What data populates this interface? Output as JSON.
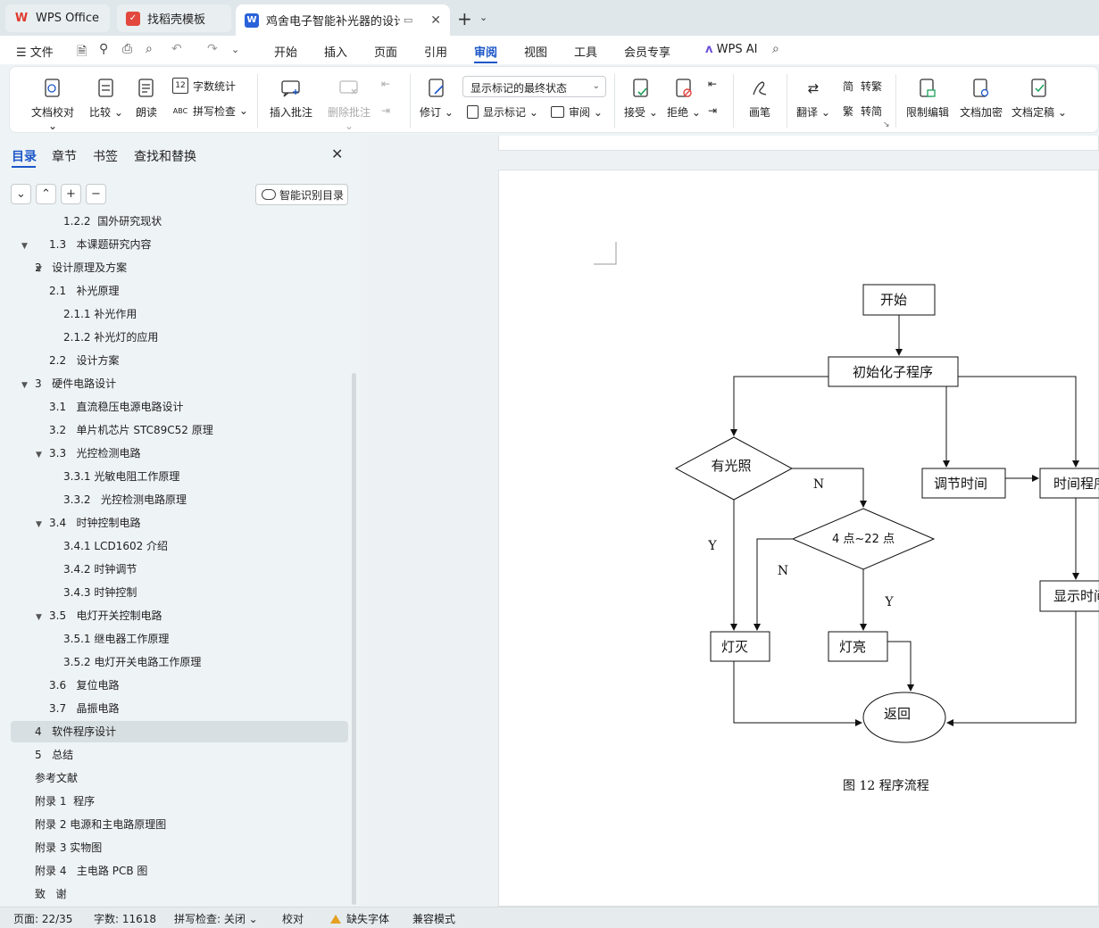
{
  "tabs": [
    {
      "label": "WPS Office"
    },
    {
      "label": "找稻壳模板"
    },
    {
      "label": "鸡舍电子智能补光器的设计 毕"
    }
  ],
  "menu": {
    "file": "文件",
    "items": [
      "开始",
      "插入",
      "页面",
      "引用",
      "审阅",
      "视图",
      "工具",
      "会员专享"
    ],
    "active": "审阅",
    "ai": "WPS AI"
  },
  "ribbon": {
    "doc_check": "文档校对",
    "compare": "比较",
    "read_aloud": "朗读",
    "word_count": "字数统计",
    "spell_check": "拼写检查",
    "insert_comment": "插入批注",
    "delete_comment": "删除批注",
    "track_changes": "修订",
    "markup_state": "显示标记的最终状态",
    "show_markup": "显示标记",
    "review": "审阅",
    "accept": "接受",
    "reject": "拒绝",
    "pen": "画笔",
    "translate": "翻译",
    "to_traditional": "转繁",
    "to_simplified": "转简",
    "restrict_edit": "限制编辑",
    "encrypt": "文档加密",
    "finalize": "文档定稿"
  },
  "panel": {
    "tabs": [
      "目录",
      "章节",
      "书签",
      "查找和替换"
    ],
    "smart_toc": "智能识别目录",
    "toc": [
      {
        "num": "1.2.2",
        "text": "国外研究现状"
      },
      {
        "num": "1.3",
        "text": "本课题研究内容"
      },
      {
        "num": "2",
        "text": "设计原理及方案"
      },
      {
        "num": "2.1",
        "text": "补光原理"
      },
      {
        "num": "2.1.1",
        "text": "补光作用"
      },
      {
        "num": "2.1.2",
        "text": "补光灯的应用"
      },
      {
        "num": "2.2",
        "text": "设计方案"
      },
      {
        "num": "3",
        "text": "硬件电路设计"
      },
      {
        "num": "3.1",
        "text": "直流稳压电源电路设计"
      },
      {
        "num": "3.2",
        "text": "单片机芯片 STC89C52 原理"
      },
      {
        "num": "3.3",
        "text": "光控检测电路"
      },
      {
        "num": "3.3.1",
        "text": "光敏电阻工作原理"
      },
      {
        "num": "3.3.2",
        "text": "光控检测电路原理"
      },
      {
        "num": "3.4",
        "text": "时钟控制电路"
      },
      {
        "num": "3.4.1",
        "text": "LCD1602 介绍"
      },
      {
        "num": "3.4.2",
        "text": "时钟调节"
      },
      {
        "num": "3.4.3",
        "text": "时钟控制"
      },
      {
        "num": "3.5",
        "text": "电灯开关控制电路"
      },
      {
        "num": "3.5.1",
        "text": "继电器工作原理"
      },
      {
        "num": "3.5.2",
        "text": "电灯开关电路工作原理"
      },
      {
        "num": "3.6",
        "text": "复位电路"
      },
      {
        "num": "3.7",
        "text": "晶振电路"
      },
      {
        "num": "4",
        "text": "软件程序设计"
      },
      {
        "num": "5",
        "text": "总结"
      },
      {
        "num": "",
        "text": "参考文献"
      },
      {
        "num": "附录 1",
        "text": "程序"
      },
      {
        "num": "附录 2",
        "text": "电源和主电路原理图"
      },
      {
        "num": "附录 3",
        "text": "实物图"
      },
      {
        "num": "附录 4",
        "text": "主电路 PCB 图"
      },
      {
        "num": "致",
        "text": "谢"
      }
    ]
  },
  "flowchart": {
    "start": "开始",
    "init": "初始化子程序",
    "has_light": "有光照",
    "time_range": "4 点~22 点",
    "adjust_time": "调节时间",
    "time_program": "时间程序",
    "show_time": "显示时间",
    "light_off": "灯灭",
    "light_on": "灯亮",
    "return": "返回",
    "yes1": "Y",
    "no1": "N",
    "yes2": "Y",
    "no2": "N"
  },
  "figure_caption": "图 12  程序流程",
  "status": {
    "page": "页面: 22/35",
    "word_count": "字数: 11618",
    "spell_check": "拼写检查: 关闭",
    "proofread": "校对",
    "missing_font": "缺失字体",
    "compat_mode": "兼容模式"
  }
}
